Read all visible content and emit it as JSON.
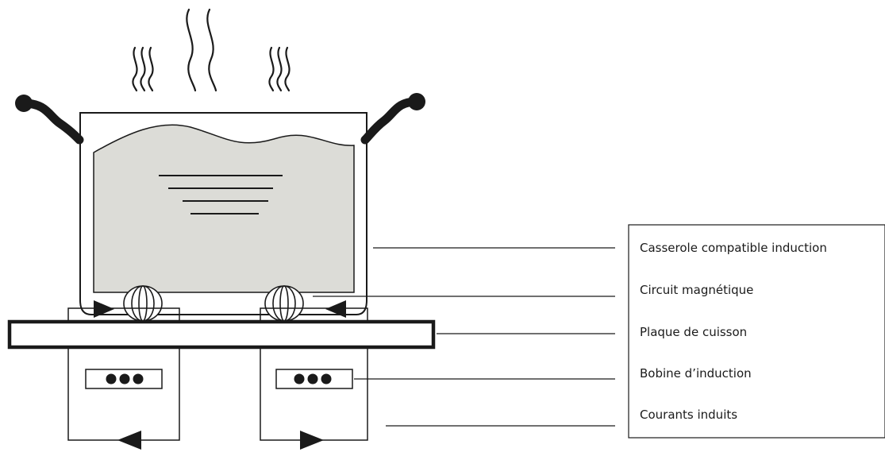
{
  "colors": {
    "line": "#1a1a1a",
    "liquid": "#dcdcd7",
    "background": "#ffffff"
  },
  "labels": [
    {
      "text": "Casserole compatible induction"
    },
    {
      "text": "Circuit magnétique"
    },
    {
      "text": "Plaque de cuisson"
    },
    {
      "text": "Bobine d’induction"
    },
    {
      "text": "Courants induits"
    }
  ]
}
